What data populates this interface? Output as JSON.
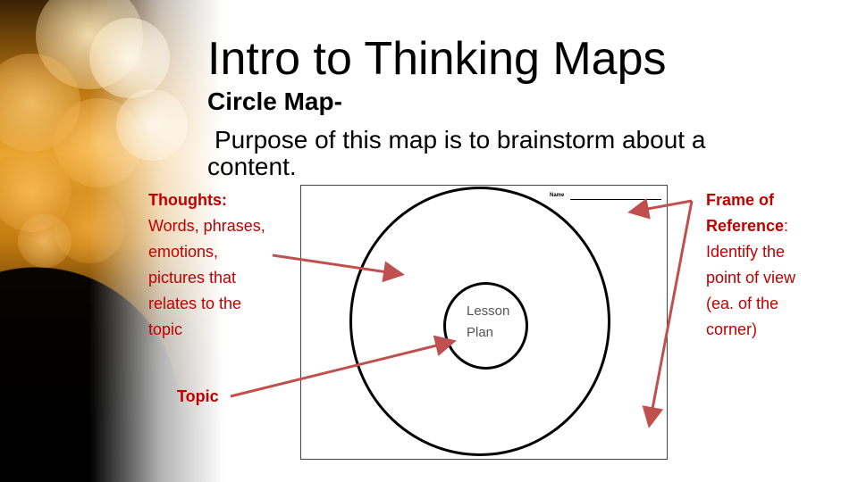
{
  "title": "Intro to Thinking Maps",
  "subtitle": "Circle Map-",
  "purpose": {
    "line1": "Purpose of this map is to brainstorm about a",
    "line2": "content."
  },
  "thoughts": {
    "heading": "Thoughts:",
    "lines": [
      "Words, phrases,",
      "emotions,",
      "pictures that",
      "relates to the",
      "topic"
    ]
  },
  "frame": {
    "heading1": "Frame of",
    "heading2": "Reference",
    "colon": ":",
    "lines": [
      "Identify the",
      "point of view",
      "(ea. of the",
      "corner)"
    ]
  },
  "topic_label": "Topic",
  "worksheet": {
    "name_label": "Name",
    "center_line1": "Lesson",
    "center_line2": "Plan"
  },
  "colors": {
    "accent_red": "#c00000",
    "arrow_red": "#c0504d",
    "background_orange": "#e9a52e"
  }
}
